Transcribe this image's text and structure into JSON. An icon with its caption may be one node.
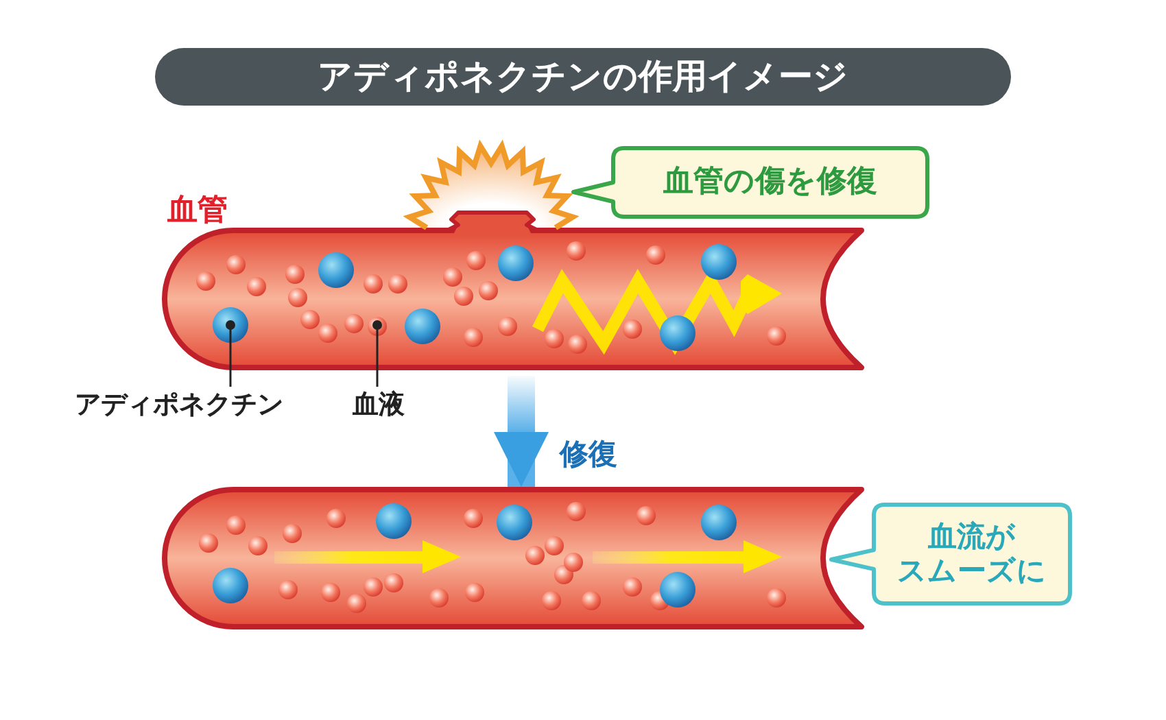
{
  "diagram": {
    "title": "アディポネクチンの作用イメージ",
    "nodes": [
      {
        "text": [],
        "shape": "cylinder",
        "beside": [
          "血管"
        ]
      },
      {
        "text": [
          "血管の傷を修復"
        ]
      },
      {
        "text": [
          "アディポネクチン"
        ]
      },
      {
        "text": [],
        "shape": "circle",
        "in": 0
      },
      {
        "text": [
          "血液"
        ]
      },
      {
        "text": [],
        "shape": "circle",
        "in": 0
      },
      {
        "text": [],
        "shape": "cylinder"
      },
      {
        "text": [
          "血流がスムーズに"
        ]
      }
    ],
    "edges": [
      {
        "from": 2,
        "to": 3,
        "arrow": "other"
      },
      {
        "from": 4,
        "to": 5,
        "arrow": "other"
      },
      {
        "from": 0,
        "to": 6,
        "arrow": "to",
        "label": "修復",
        "color": "#3a9fe0",
        "style": "thick"
      }
    ]
  }
}
